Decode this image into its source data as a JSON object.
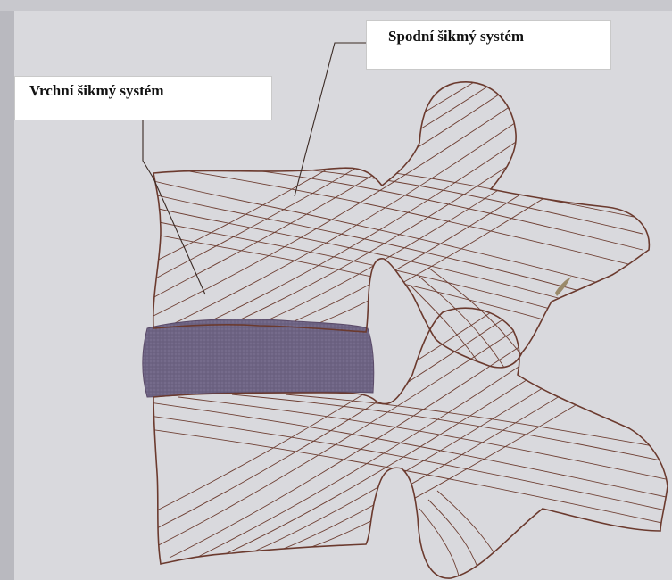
{
  "labels": {
    "upper_oblique": "Vrchní šikmý systém",
    "lower_oblique": "Spodní šikmý systém"
  },
  "colors": {
    "background": "#d9d9dd",
    "outline": "#6b3a2e",
    "trabecula": "#6e3f33",
    "disc_fill": "#6d6383",
    "label_box": "#ffffff"
  },
  "icons": {
    "upper_vertebra": "vertebra-shape",
    "lower_vertebra": "vertebra-shape",
    "disc": "intervertebral-disc-shape"
  }
}
